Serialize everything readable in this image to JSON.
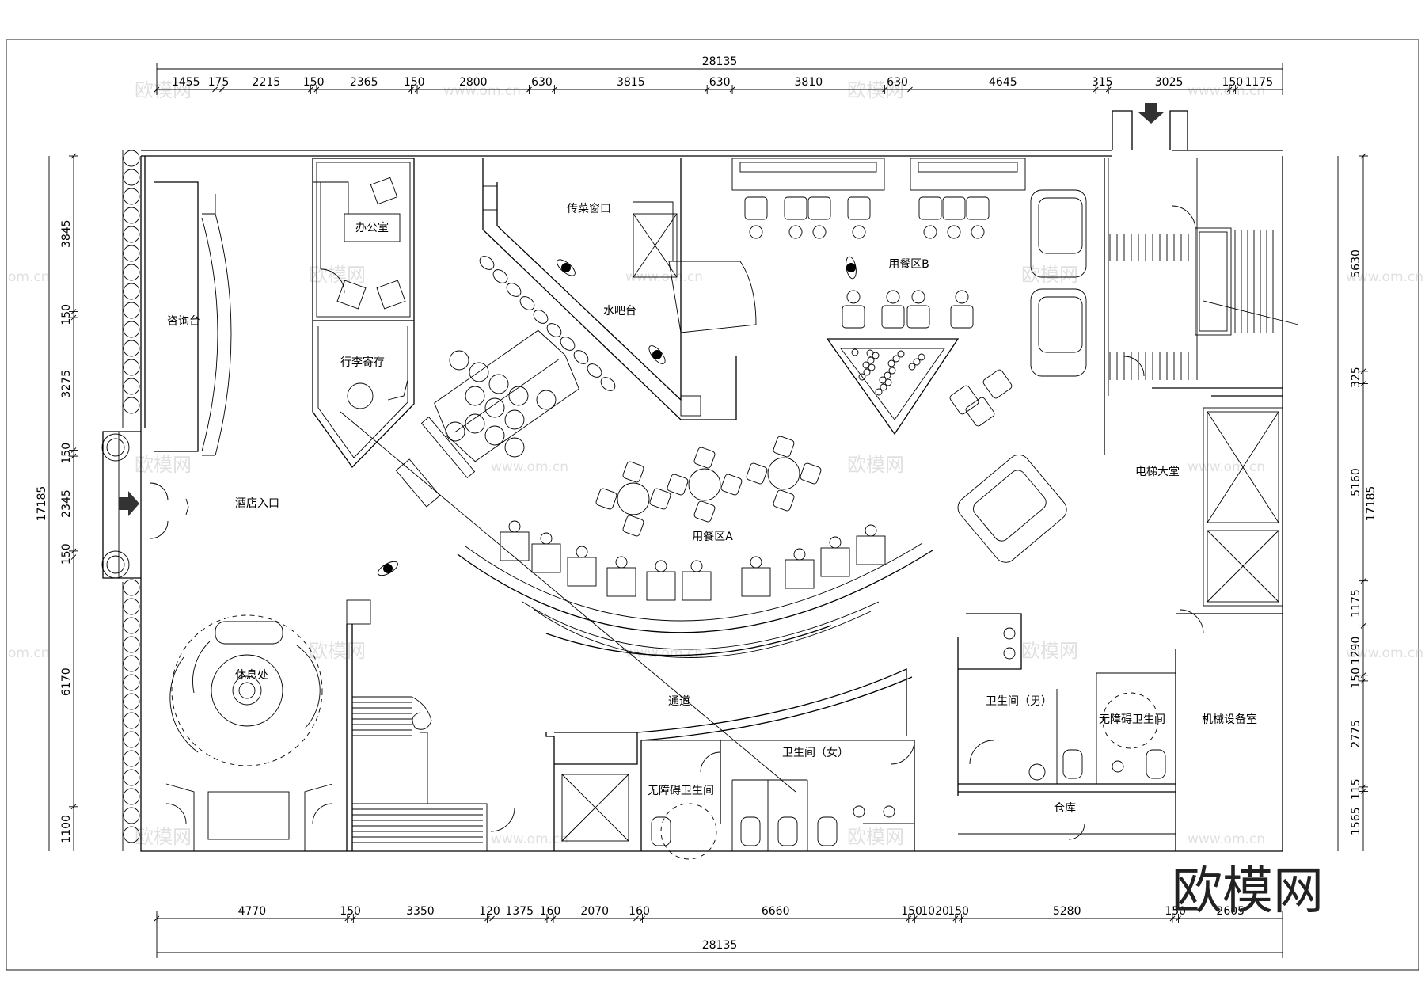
{
  "rooms": {
    "consult": "咨询台",
    "office": "办公室",
    "luggage": "行李寄存",
    "entrance": "酒店入口",
    "rest": "休息处",
    "serve_window": "传菜窗口",
    "bar": "水吧台",
    "dining_a": "用餐区A",
    "dining_b": "用餐区B",
    "corridor": "通道",
    "elevator_hall": "电梯大堂",
    "men_wc": "卫生间（男）",
    "women_wc": "卫生间（女）",
    "accessible_wc_1": "无障碍卫生间",
    "accessible_wc_2": "无障碍卫生间",
    "equipment": "机械设备室",
    "storage": "仓库"
  },
  "dims": {
    "total": "28135",
    "top": [
      "1455",
      "175",
      "2215",
      "150",
      "2365",
      "150",
      "2800",
      "630",
      "3815",
      "630",
      "3810",
      "630",
      "4645",
      "315",
      "3025",
      "150",
      "1175"
    ],
    "bottom": [
      "4770",
      "150",
      "3350",
      "120",
      "1375",
      "160",
      "2070",
      "160",
      "6660",
      "150",
      "1020",
      "150",
      "5280",
      "150",
      "2605"
    ],
    "left_total": "17185",
    "left": [
      "3845",
      "150",
      "3275",
      "150",
      "2345",
      "150",
      "6170",
      "1100"
    ],
    "right_total": "17185",
    "right": [
      "5630",
      "325",
      "5160",
      "1175",
      "1290",
      "150",
      "2775",
      "115",
      "1565"
    ]
  },
  "watermark": {
    "cn": "欧模网",
    "url": "www.om.cn",
    "short": "om.cn"
  },
  "brand": "欧模网"
}
